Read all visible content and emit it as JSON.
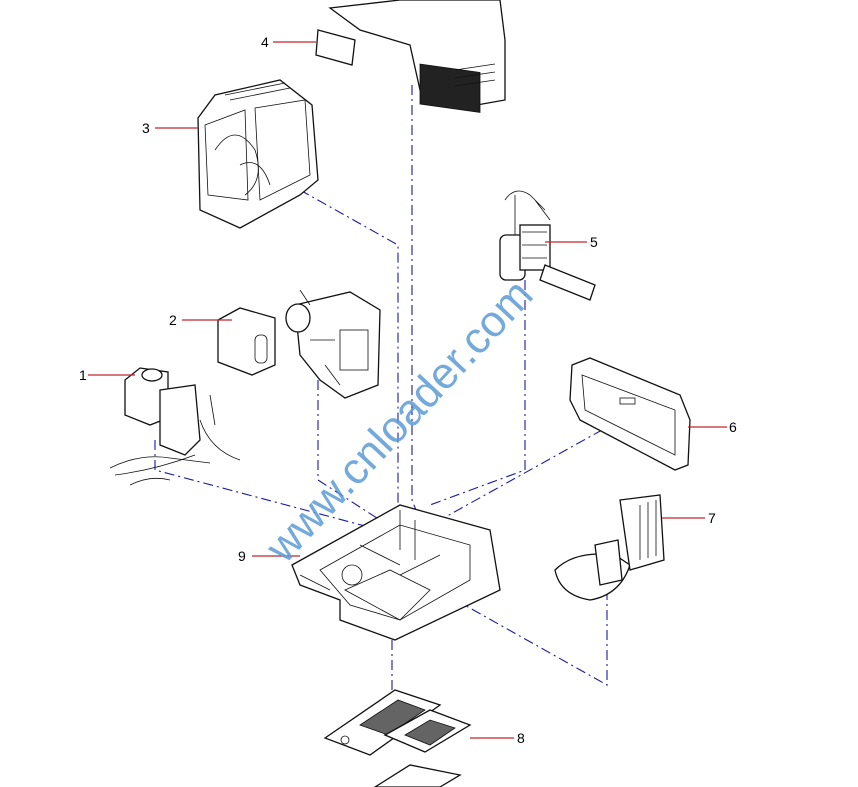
{
  "diagram": {
    "callouts": [
      "1",
      "2",
      "3",
      "4",
      "5",
      "6",
      "7",
      "8",
      "9"
    ],
    "watermark": "www.cnloader.com",
    "colors": {
      "leader": "#c0282d",
      "assembly_line": "#1a1aa6",
      "watermark": "#5b9bd5"
    }
  }
}
